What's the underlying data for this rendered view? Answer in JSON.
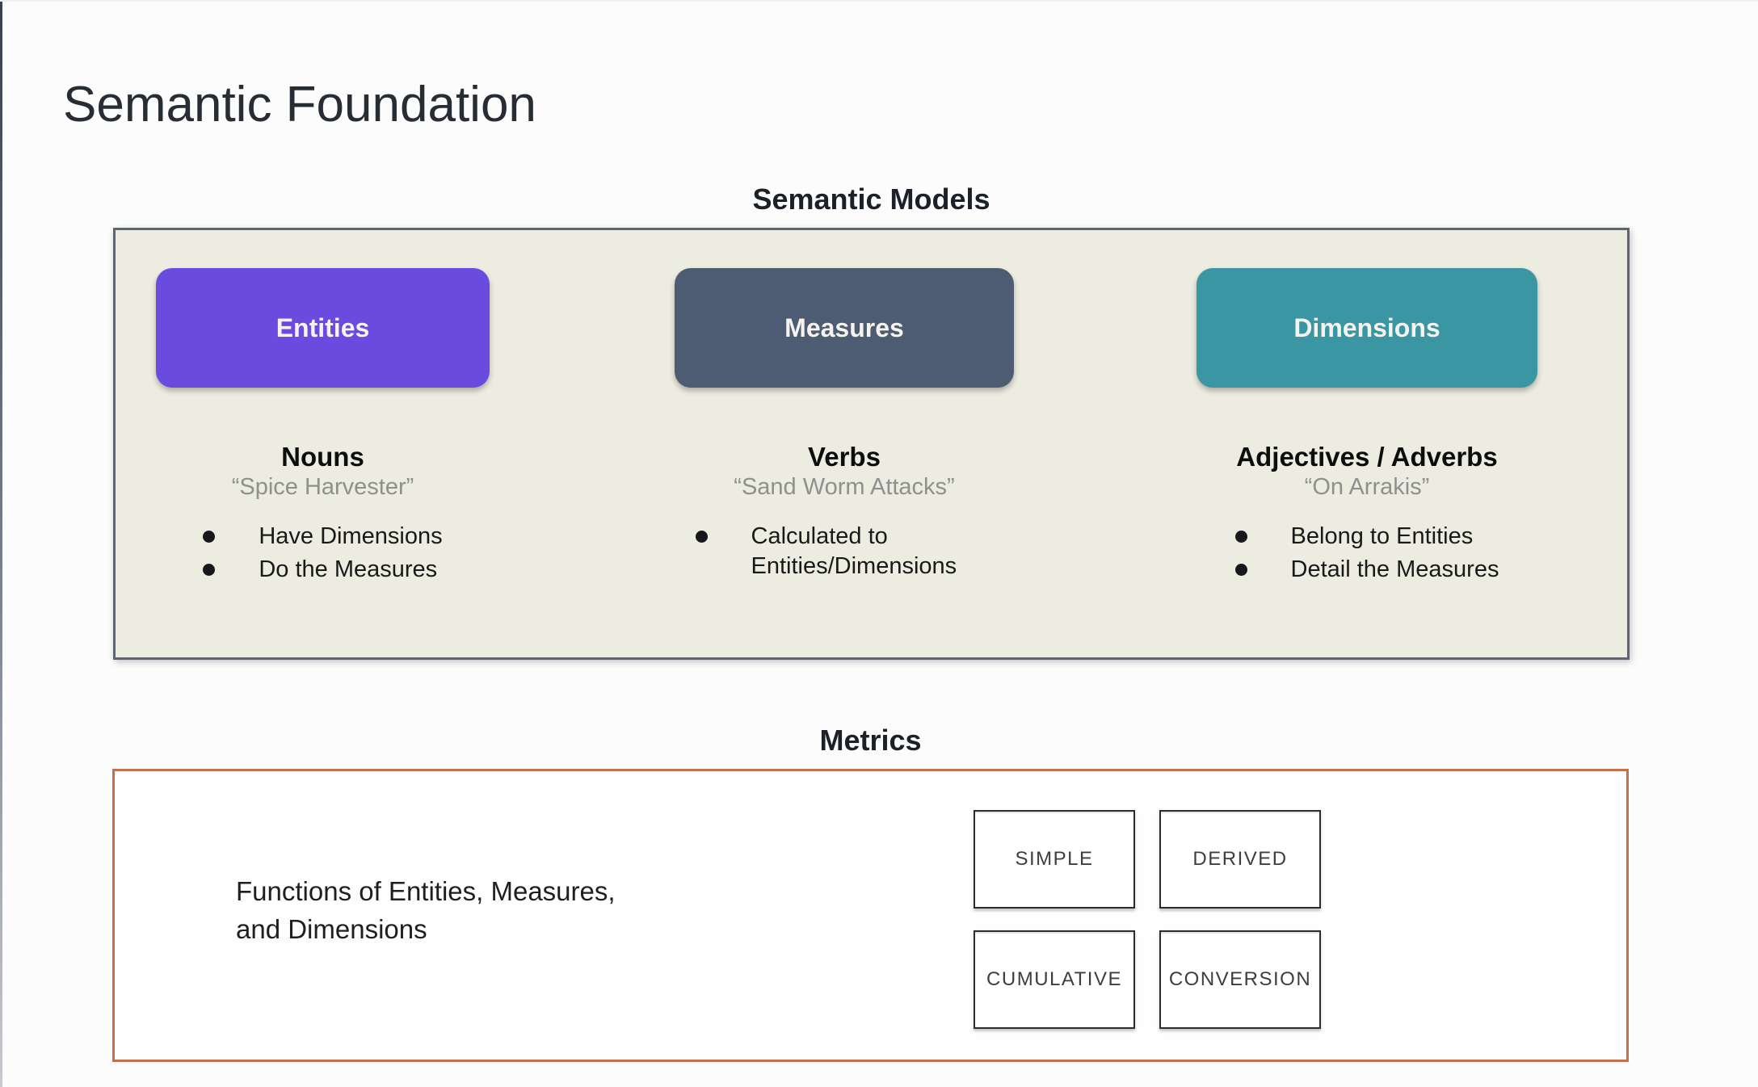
{
  "page": {
    "title": "Semantic Foundation"
  },
  "semantic_models": {
    "heading": "Semantic Models",
    "panel_bg": "#edece1",
    "panel_border": "#5e656e",
    "columns": [
      {
        "button": "Entities",
        "color": "#6a4be0",
        "role": "Nouns",
        "example": "“Spice Harvester”",
        "bullets": [
          "Have Dimensions",
          "Do the Measures"
        ]
      },
      {
        "button": "Measures",
        "color": "#4d5c72",
        "role": "Verbs",
        "example": "“Sand Worm Attacks”",
        "bullets": [
          "Calculated to Entities/Dimensions"
        ]
      },
      {
        "button": "Dimensions",
        "color": "#3a96a3",
        "role": "Adjectives / Adverbs",
        "example": "“On Arrakis”",
        "bullets": [
          "Belong to Entities",
          "Detail the Measures"
        ]
      }
    ]
  },
  "metrics": {
    "heading": "Metrics",
    "border_color": "#c4704e",
    "description": "Functions of Entities, Measures,\nand Dimensions",
    "types": [
      "SIMPLE",
      "DERIVED",
      "CUMULATIVE",
      "CONVERSION"
    ]
  }
}
